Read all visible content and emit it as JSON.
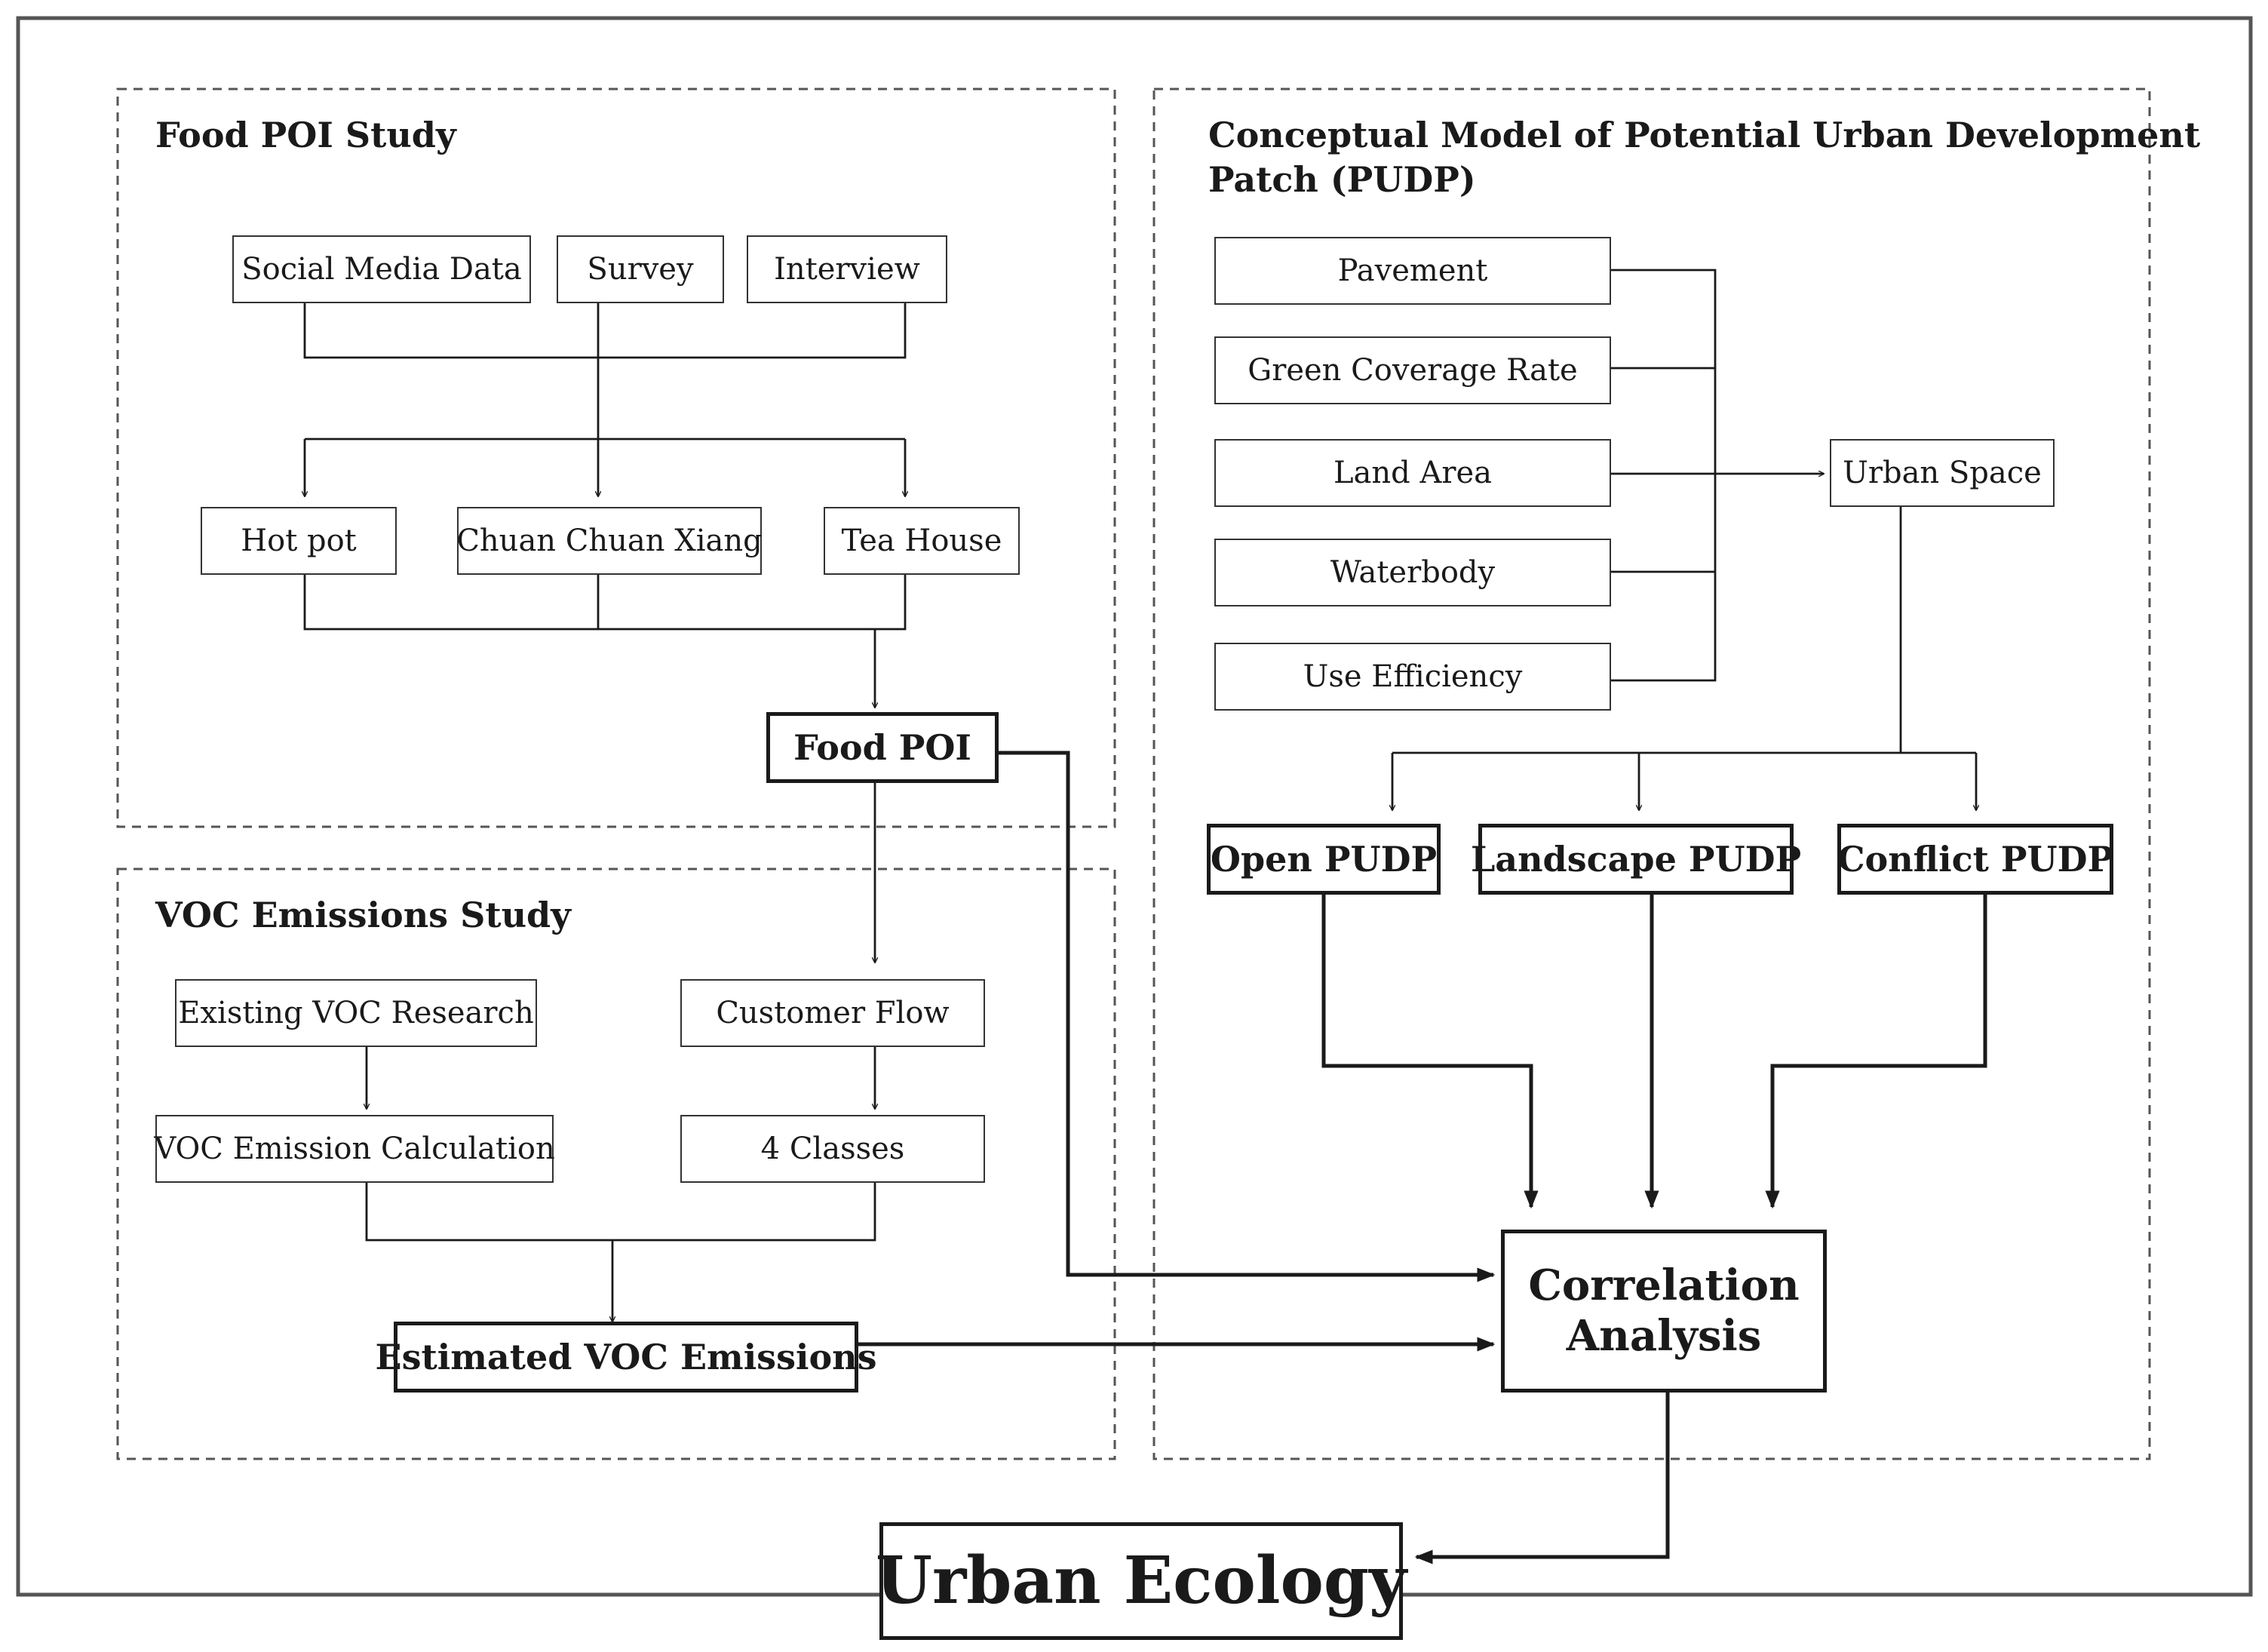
{
  "sections": {
    "food_poi_title": "Food POI Study",
    "voc_title": "VOC Emissions Study",
    "pudp_title_line1": "Conceptual Model of Potential Urban Development",
    "pudp_title_line2": "Patch (PUDP)"
  },
  "nodes": {
    "social_media": "Social Media Data",
    "survey": "Survey",
    "interview": "Interview",
    "hot_pot": "Hot pot",
    "chuan_chuan_xiang": "Chuan Chuan Xiang",
    "tea_house": "Tea House",
    "food_poi": "Food POI",
    "existing_voc": "Existing VOC Research",
    "customer_flow": "Customer Flow",
    "voc_calc": "VOC Emission Calculation",
    "four_classes": "4 Classes",
    "estimated_voc": "Estimated VOC Emissions",
    "pavement": "Pavement",
    "green_coverage": "Green Coverage Rate",
    "land_area": "Land Area",
    "waterbody": "Waterbody",
    "use_efficiency": "Use Efficiency",
    "urban_space": "Urban Space",
    "open_pudp": "Open PUDP",
    "landscape_pudp": "Landscape PUDP",
    "conflict_pudp": "Conflict PUDP",
    "correlation_line1": "Correlation",
    "correlation_line2": "Analysis",
    "urban_ecology": "Urban Ecology"
  },
  "edges": [
    {
      "from": "Social Media Data",
      "to": "Hot pot"
    },
    {
      "from": "Social Media Data",
      "to": "Chuan Chuan Xiang"
    },
    {
      "from": "Social Media Data",
      "to": "Tea House"
    },
    {
      "from": "Survey",
      "to": "Hot pot"
    },
    {
      "from": "Survey",
      "to": "Chuan Chuan Xiang"
    },
    {
      "from": "Survey",
      "to": "Tea House"
    },
    {
      "from": "Interview",
      "to": "Hot pot"
    },
    {
      "from": "Interview",
      "to": "Chuan Chuan Xiang"
    },
    {
      "from": "Interview",
      "to": "Tea House"
    },
    {
      "from": "Hot pot",
      "to": "Food POI"
    },
    {
      "from": "Chuan Chuan Xiang",
      "to": "Food POI"
    },
    {
      "from": "Tea House",
      "to": "Food POI"
    },
    {
      "from": "Food POI",
      "to": "Customer Flow"
    },
    {
      "from": "Food POI",
      "to": "Correlation Analysis"
    },
    {
      "from": "Existing VOC Research",
      "to": "VOC Emission Calculation"
    },
    {
      "from": "Customer Flow",
      "to": "4 Classes"
    },
    {
      "from": "VOC Emission Calculation",
      "to": "Estimated VOC Emissions"
    },
    {
      "from": "4 Classes",
      "to": "Estimated VOC Emissions"
    },
    {
      "from": "Estimated VOC Emissions",
      "to": "Correlation Analysis"
    },
    {
      "from": "Pavement",
      "to": "Urban Space"
    },
    {
      "from": "Green Coverage Rate",
      "to": "Urban Space"
    },
    {
      "from": "Land Area",
      "to": "Urban Space"
    },
    {
      "from": "Waterbody",
      "to": "Urban Space"
    },
    {
      "from": "Use Efficiency",
      "to": "Urban Space"
    },
    {
      "from": "Urban Space",
      "to": "Open PUDP"
    },
    {
      "from": "Urban Space",
      "to": "Landscape PUDP"
    },
    {
      "from": "Urban Space",
      "to": "Conflict PUDP"
    },
    {
      "from": "Open PUDP",
      "to": "Correlation Analysis"
    },
    {
      "from": "Landscape PUDP",
      "to": "Correlation Analysis"
    },
    {
      "from": "Conflict PUDP",
      "to": "Correlation Analysis"
    },
    {
      "from": "Correlation Analysis",
      "to": "Urban Ecology"
    }
  ],
  "colors": {
    "line": "#1a1a1a",
    "box_border": "#333333",
    "dashed": "#555555"
  }
}
